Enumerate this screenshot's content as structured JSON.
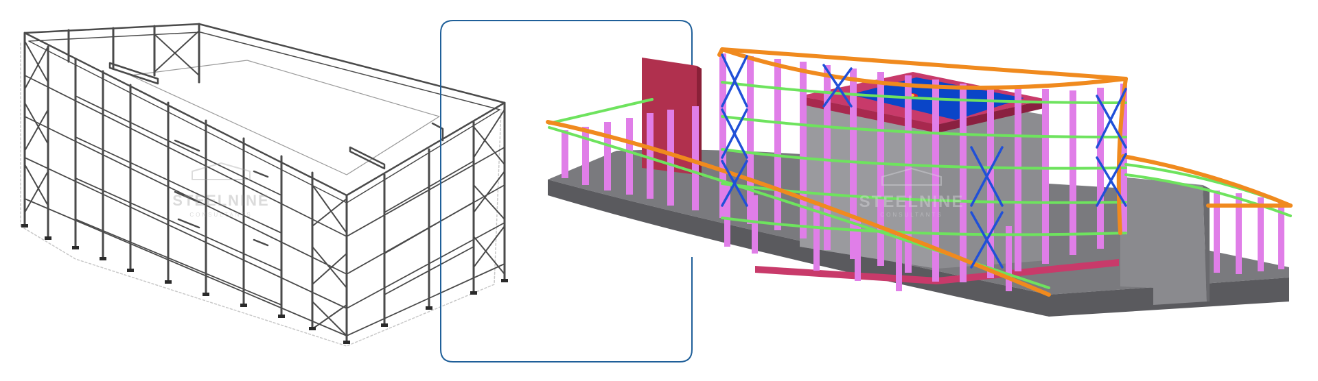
{
  "left_model": {
    "style": "wireframe-line-drawing",
    "watermark": {
      "text": "STEELNINE",
      "subtext": "CONSULTANTS"
    }
  },
  "divider": {
    "style": "rounded-bracket",
    "color": "#1f5f99"
  },
  "right_model": {
    "style": "colored-3d-render",
    "watermark": {
      "text": "STEELNINE",
      "subtext": "CONSULTANTS"
    },
    "colors": {
      "columns": "#e07ee8",
      "beams": "#f08a1e",
      "girts": "#6ee35e",
      "bracing": "#2050d8",
      "roof": "#0a45c8",
      "wall": "#b0304e",
      "slab": "#6a6a6e",
      "core": "#8c8c90"
    }
  }
}
